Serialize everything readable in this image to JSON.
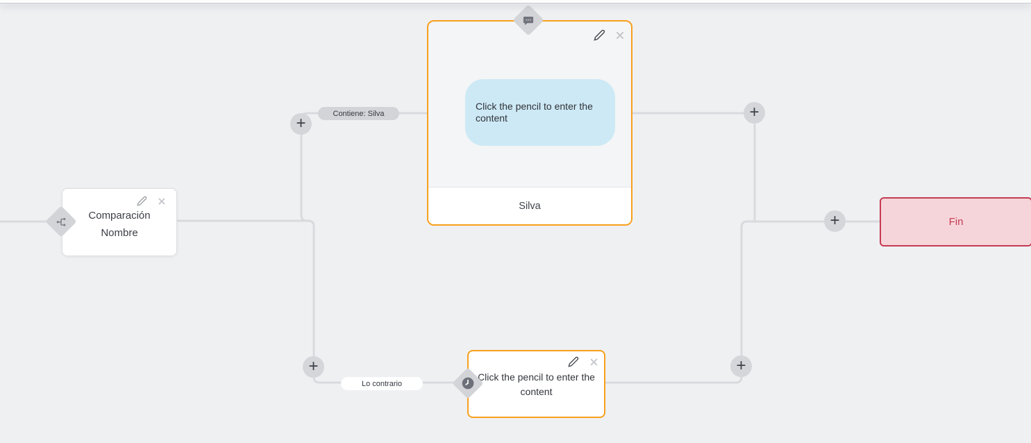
{
  "colors": {
    "background": "#eff0f2",
    "connector": "#d8dade",
    "accent_orange": "#f8a01c",
    "end_border": "#c53a52",
    "end_bg": "#f6d5da",
    "bubble_bg": "#cde9f6",
    "pill_gray_bg": "#d2d4d8",
    "widget_gray": "#d4d6da",
    "icon_dark": "#44474e"
  },
  "glyphs": {
    "plus": "+"
  },
  "nodes": {
    "condition": {
      "title_line1": "Comparación",
      "title_line2": "Nombre",
      "badge_icon": "branch-icon"
    },
    "message": {
      "bubble_text": "Click the pencil to enter the content",
      "footer_label": "Silva",
      "badge_icon": "chat-bubble-icon"
    },
    "fallback": {
      "text": "Click the pencil to enter the content",
      "badge_icon": "clock-icon"
    },
    "end": {
      "label": "Fin"
    }
  },
  "edge_labels": {
    "match": "Contiene: Silva",
    "otherwise": "Lo contrario"
  }
}
